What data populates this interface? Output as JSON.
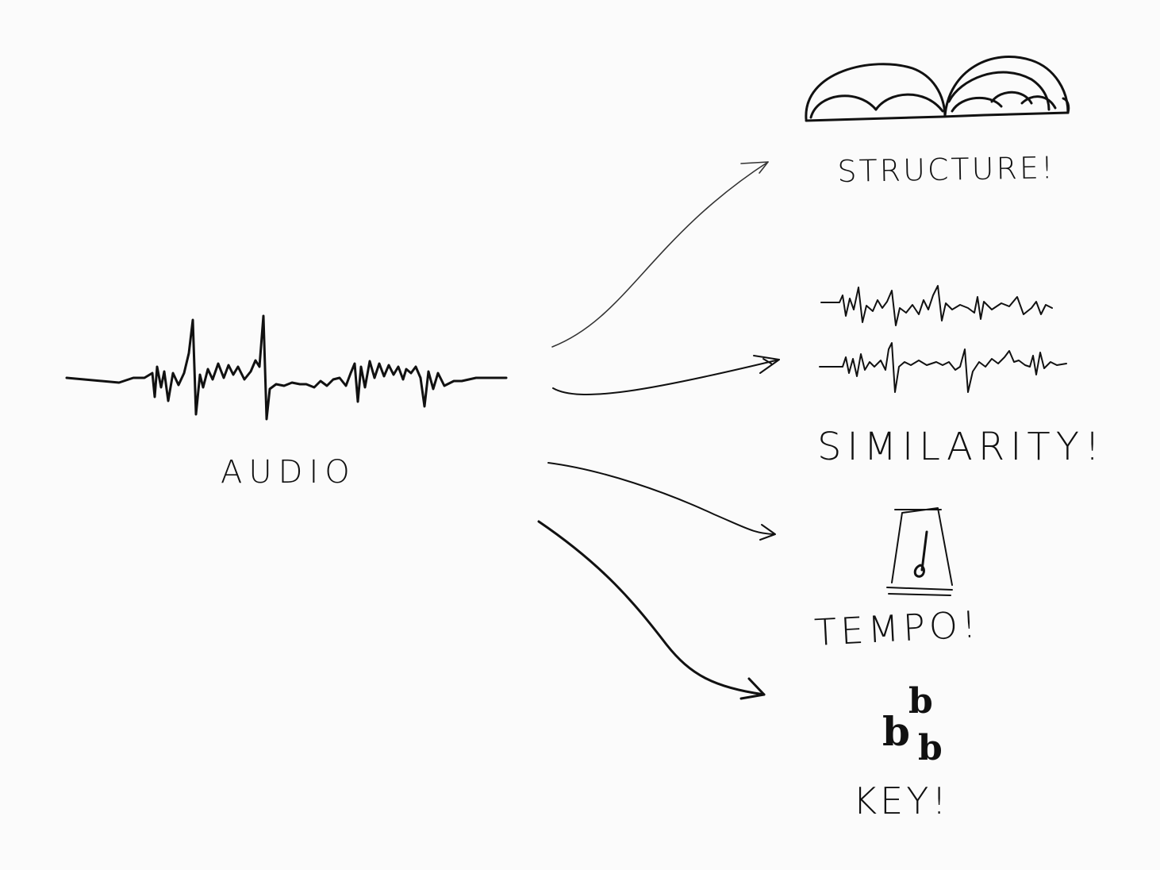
{
  "labels": {
    "audio": "AUDIO",
    "structure": "STRUCTURE!",
    "similarity": "SIMILARITY!",
    "tempo": "TEMPO!",
    "key": "KEY!"
  },
  "key_symbols": {
    "flat_1": "b",
    "flat_2": "b",
    "flat_3": "b"
  },
  "colors": {
    "ink": "#111111",
    "paper": "#fbfbfb"
  }
}
